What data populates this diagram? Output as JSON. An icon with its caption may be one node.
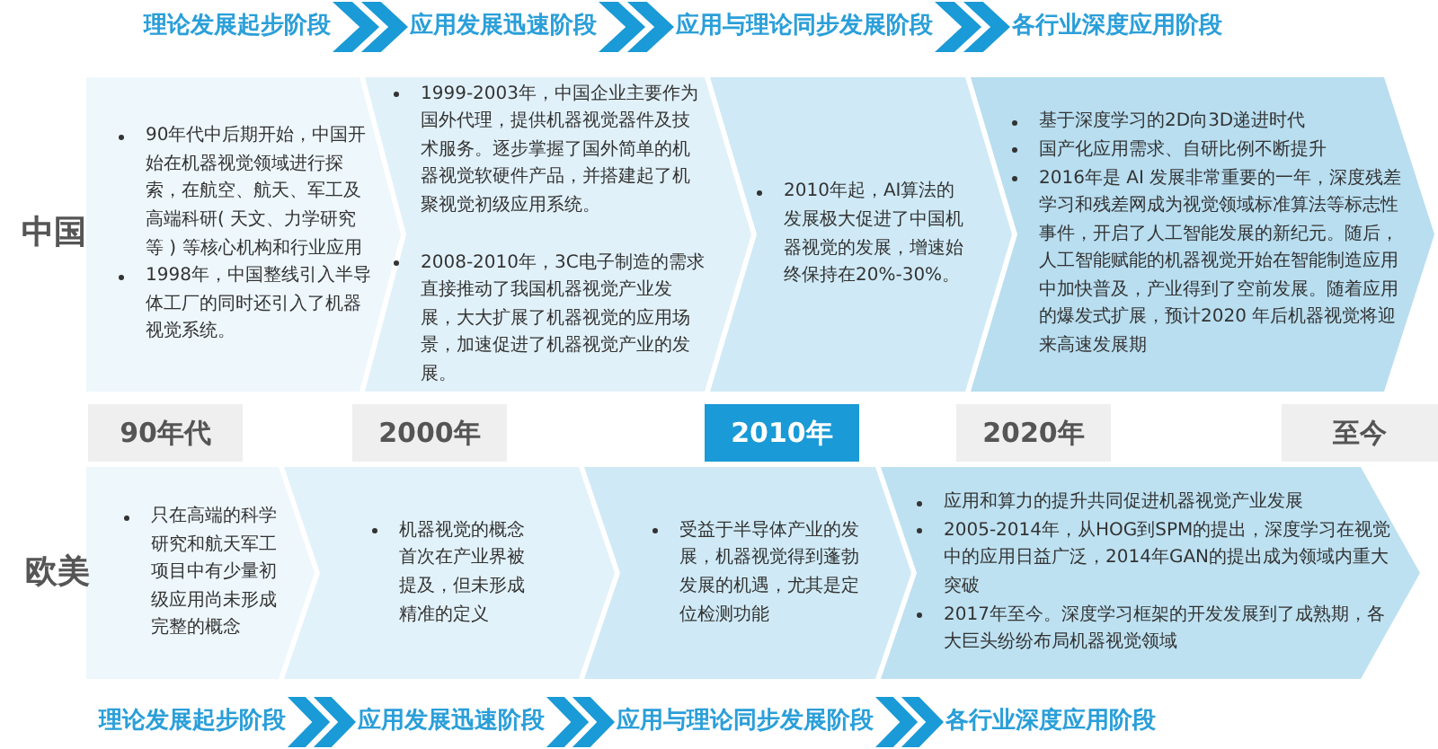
{
  "diagram": {
    "nodes": [
      {
        "text": [
          "理论发展起步阶段"
        ]
      },
      {
        "text": [
          "应用发展迅速阶段"
        ]
      },
      {
        "text": [
          "应用与理论同步发展阶段"
        ]
      },
      {
        "text": [
          "各行业深度应用阶段"
        ]
      },
      {
        "text": [
          "90年代中后期开始，中国开始在机器视觉领域进行探索，在航空、航天、军工及高端科研( 天文、力学研究等 ) 等核心机构和行业应用",
          "1998年，中国整线引入半导体工厂的同时还引入了机器视觉系统。"
        ]
      },
      {
        "text": [
          "1999-2003年，中国企业主要作为国外代理，提供机器视觉器件及技术服务。逐步掌握了国外简单的机器视觉软硬件产品，并搭建起了机聚视觉初级应用系统。",
          "2008-2010年，3C电子制造的需求直接推动了我国机器视觉产业发展，大大扩展了机器视觉的应用场景，加速促进了机器视觉产业的发展。"
        ]
      },
      {
        "text": [
          "2010年起，AI算法的发展极大促进了中国机器视觉的发展，增速始终保持在20%-30%。"
        ]
      },
      {
        "text": [
          "基于深度学习的2D向3D递进时代",
          "国产化应用需求、自研比例不断提升",
          "2016年是 AI 发展非常重要的一年，深度残差学习和残差网成为视觉领域标准算法等标志性事件，开启了人工智能发展的新纪元。随后，人工智能赋能的机器视觉开始在智能制造应用中加快普及，产业得到了空前发展。随着应用的爆发式扩展，预计2020 年后机器视觉将迎来高速发展期"
        ]
      },
      {
        "text": [
          "90年代"
        ]
      },
      {
        "text": [
          "2000年"
        ]
      },
      {
        "text": [
          "2010年"
        ]
      },
      {
        "text": [
          "2020年"
        ]
      },
      {
        "text": [
          "至今"
        ]
      },
      {
        "text": [
          "只在高端的科学研究和航天军工项目中有少量初级应用尚未形成完整的概念"
        ]
      },
      {
        "text": [
          "机器视觉的概念首次在产业界被提及，但未形成精准的定义"
        ]
      },
      {
        "text": [
          "受益于半导体产业的发展，机器视觉得到蓬勃发展的机遇，尤其是定位检测功能"
        ]
      },
      {
        "text": [
          "应用和算力的提升共同促进机器视觉产业发展",
          "2005-2014年，从HOG到SPM的提出，深度学习在视觉中的应用日益广泛，2014年GAN的提出成为领域内重大突破",
          "2017年至今。深度学习框架的开发发展到了成熟期，各大巨头纷纷布局机器视觉领域"
        ]
      },
      {
        "text": [
          "理论发展起步阶段"
        ]
      },
      {
        "text": [
          "应用发展迅速阶段"
        ]
      },
      {
        "text": [
          "应用与理论同步发展阶段"
        ]
      },
      {
        "text": [
          "各行业深度应用阶段"
        ]
      }
    ],
    "edges": [
      {
        "from": 0,
        "to": 1,
        "arrow": "to"
      },
      {
        "from": 1,
        "to": 2,
        "arrow": "to"
      },
      {
        "from": 2,
        "to": 3,
        "arrow": "to"
      },
      {
        "from": 17,
        "to": 18,
        "arrow": "to"
      },
      {
        "from": 18,
        "to": 19,
        "arrow": "to"
      },
      {
        "from": 19,
        "to": 20,
        "arrow": "to"
      }
    ],
    "labels": [
      "中国",
      "欧美"
    ]
  }
}
